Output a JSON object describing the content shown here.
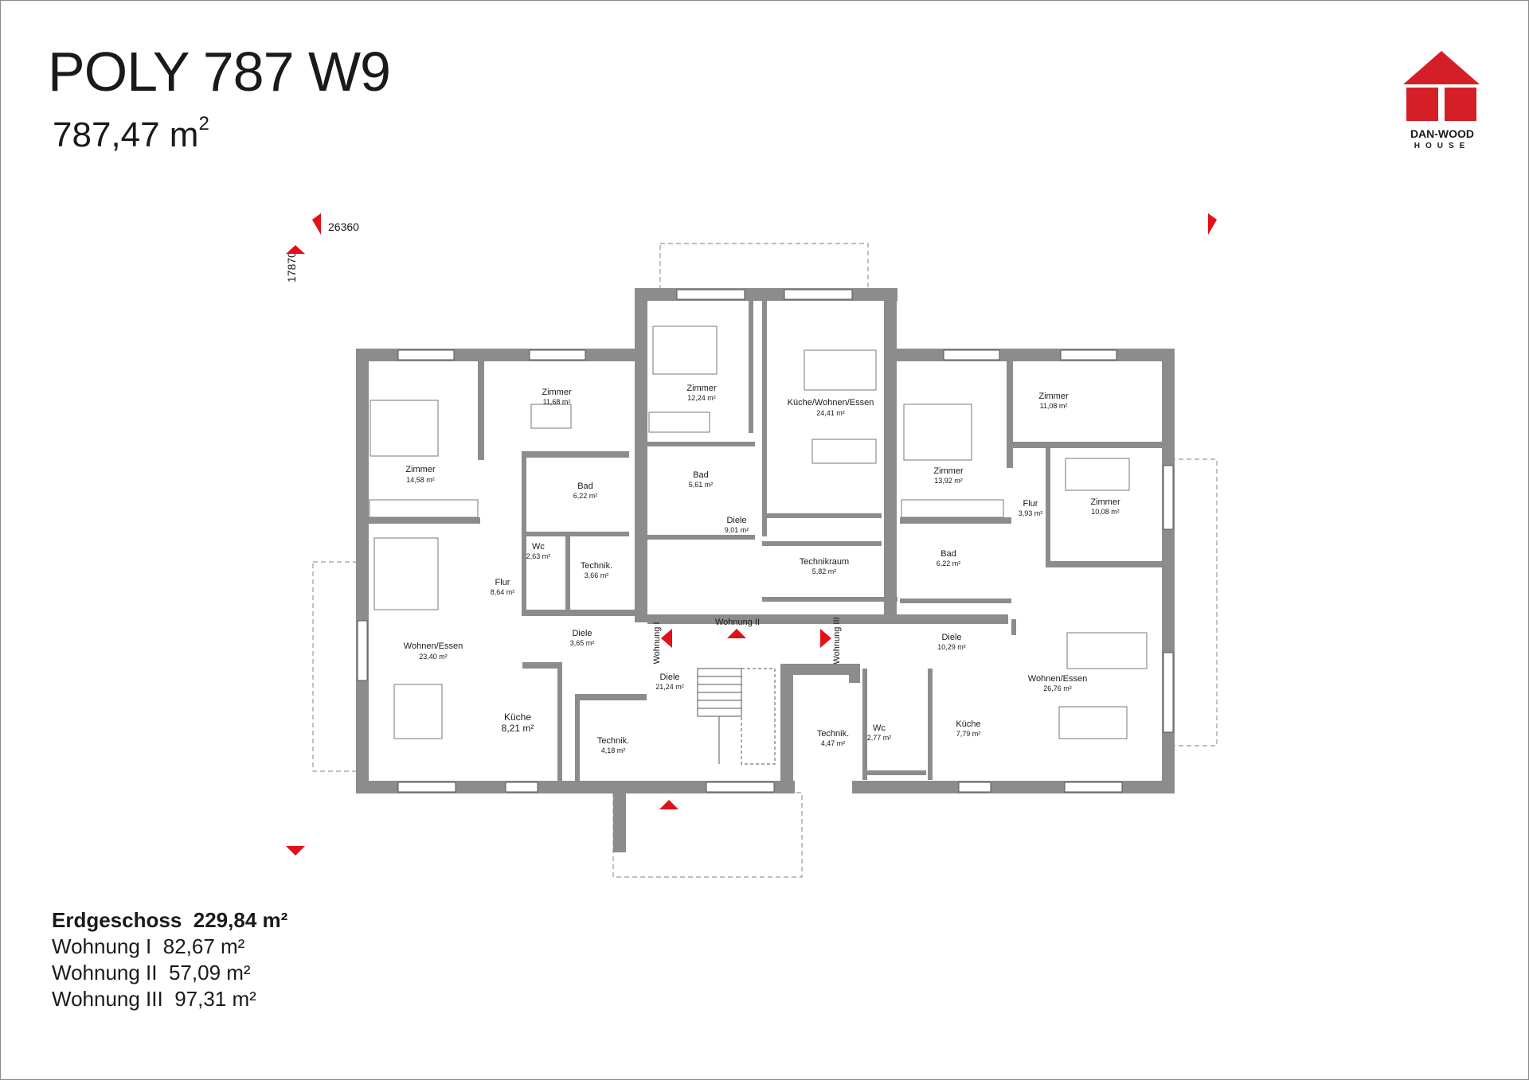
{
  "header": {
    "title": "POLY 787 W9",
    "area_value": "787,47 m",
    "area_sup": "2"
  },
  "logo": {
    "name": "DAN-WOOD",
    "sub": "HOUSE",
    "color": "#d41f26"
  },
  "dimensions": {
    "width_label": "26360",
    "height_label": "17870"
  },
  "rooms": [
    {
      "name": "Zimmer",
      "area": "14,58 m²"
    },
    {
      "name": "Zimmer",
      "area": "11,68 m²"
    },
    {
      "name": "Bad",
      "area": "6,22 m²"
    },
    {
      "name": "Wc",
      "area": "2,63 m²"
    },
    {
      "name": "Technik.",
      "area": "3,66 m²"
    },
    {
      "name": "Flur",
      "area": "8,64 m²"
    },
    {
      "name": "Wohnen/Essen",
      "area": "23,40 m²"
    },
    {
      "name": "Diele",
      "area": "3,65 m²"
    },
    {
      "name": "Küche",
      "area": "8,21 m²"
    },
    {
      "name": "Zimmer",
      "area": "12,24 m²"
    },
    {
      "name": "Bad",
      "area": "5,61 m²"
    },
    {
      "name": "Diele",
      "area": "9,01 m²"
    },
    {
      "name": "Küche/Wohnen/Essen",
      "area": "24,41 m²"
    },
    {
      "name": "Technikraum",
      "area": "5,82 m²"
    },
    {
      "name": "Diele",
      "area": "21,24 m²"
    },
    {
      "name": "Technik.",
      "area": "4,18 m²"
    },
    {
      "name": "Technik.",
      "area": "4,47 m²"
    },
    {
      "name": "Wc",
      "area": "2,77 m²"
    },
    {
      "name": "Diele",
      "area": "10,29 m²"
    },
    {
      "name": "Küche",
      "area": "7,79 m²"
    },
    {
      "name": "Zimmer",
      "area": "13,92 m²"
    },
    {
      "name": "Bad",
      "area": "6,22 m²"
    },
    {
      "name": "Flur",
      "area": "3,93 m²"
    },
    {
      "name": "Zimmer",
      "area": "11,08 m²"
    },
    {
      "name": "Zimmer",
      "area": "10,08 m²"
    },
    {
      "name": "Wohnen/Essen",
      "area": "26,76 m²"
    }
  ],
  "unit_labels": {
    "w1": "Wohnung I",
    "w2": "Wohnung II",
    "w3": "Wohnung III"
  },
  "summary": {
    "floor_label": "Erdgeschoss",
    "floor_area": "229,84 m²",
    "units": [
      {
        "label": "Wohnung I",
        "area": "82,67 m²"
      },
      {
        "label": "Wohnung II",
        "area": "57,09 m²"
      },
      {
        "label": "Wohnung III",
        "area": "97,31 m²"
      }
    ]
  },
  "colors": {
    "wall": "#8c8c8c",
    "marker": "#e3101a",
    "line": "#555555"
  }
}
